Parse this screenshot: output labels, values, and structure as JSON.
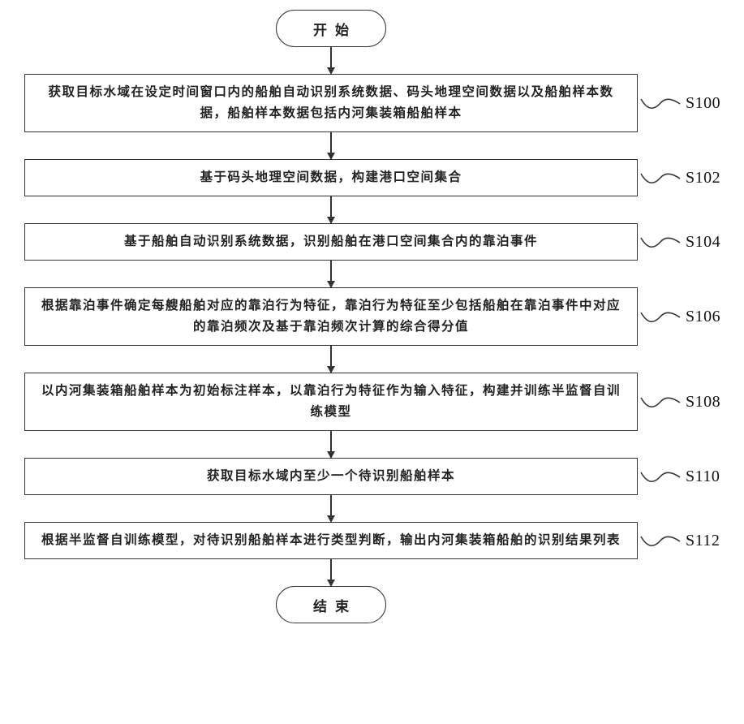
{
  "flowchart": {
    "start_label": "开始",
    "end_label": "结束",
    "steps": [
      {
        "id": "S100",
        "text": "获取目标水域在设定时间窗口内的船舶自动识别系统数据、码头地理空间数据以及船舶样本数据，船舶样本数据包括内河集装箱船舶样本"
      },
      {
        "id": "S102",
        "text": "基于码头地理空间数据，构建港口空间集合"
      },
      {
        "id": "S104",
        "text": "基于船舶自动识别系统数据，识别船舶在港口空间集合内的靠泊事件"
      },
      {
        "id": "S106",
        "text": "根据靠泊事件确定每艘船舶对应的靠泊行为特征，靠泊行为特征至少包括船舶在靠泊事件中对应的靠泊频次及基于靠泊频次计算的综合得分值"
      },
      {
        "id": "S108",
        "text": "以内河集装箱船舶样本为初始标注样本，以靠泊行为特征作为输入特征，构建并训练半监督自训练模型"
      },
      {
        "id": "S110",
        "text": "获取目标水域内至少一个待识别船舶样本"
      },
      {
        "id": "S112",
        "text": "根据半监督自训练模型，对待识别船舶样本进行类型判断，输出内河集装箱船舶的识别结果列表"
      }
    ],
    "colors": {
      "line": "#333333",
      "background": "#ffffff"
    }
  }
}
